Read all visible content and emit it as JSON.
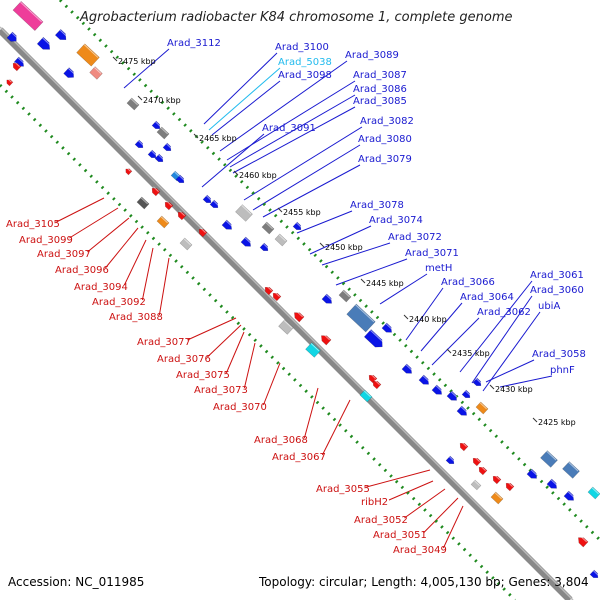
{
  "title": "Agrobacterium radiobacter K84 chromosome 1, complete genome",
  "accession": "Accession: NC_011985",
  "topology": "Topology: circular; Length: 4,005,130 bp; Genes: 3,804",
  "colors": {
    "forward_gene": "#0a14e6",
    "reverse_gene": "#ee1111",
    "forward_label": "#1a1ad0",
    "reverse_label": "#cc1111",
    "highlight_label": "#22bbee",
    "backbone": "#888888",
    "dots": "#1f8a1f"
  },
  "ticks": [
    "2475 kbp",
    "2470 kbp",
    "2465 kbp",
    "2460 kbp",
    "2455 kbp",
    "2450 kbp",
    "2445 kbp",
    "2440 kbp",
    "2435 kbp",
    "2430 kbp",
    "2425 kbp"
  ],
  "forward_labels": [
    "Arad_3112",
    "Arad_3100",
    "Arad_5038",
    "Arad_3098",
    "Arad_3089",
    "Arad_3087",
    "Arad_3086",
    "Arad_3085",
    "Arad_3091",
    "Arad_3082",
    "Arad_3080",
    "Arad_3079",
    "Arad_3078",
    "Arad_3074",
    "Arad_3072",
    "Arad_3071",
    "metH",
    "Arad_3066",
    "Arad_3064",
    "Arad_3062",
    "Arad_3061",
    "Arad_3060",
    "ubiA",
    "Arad_3058",
    "phnF"
  ],
  "reverse_labels": [
    "Arad_3105",
    "Arad_3099",
    "Arad_3097",
    "Arad_3096",
    "Arad_3094",
    "Arad_3092",
    "Arad_3088",
    "Arad_3077",
    "Arad_3076",
    "Arad_3075",
    "Arad_3073",
    "Arad_3070",
    "Arad_3068",
    "Arad_3067",
    "Arad_3055",
    "ribH2",
    "Arad_3052",
    "Arad_3051",
    "Arad_3049"
  ]
}
